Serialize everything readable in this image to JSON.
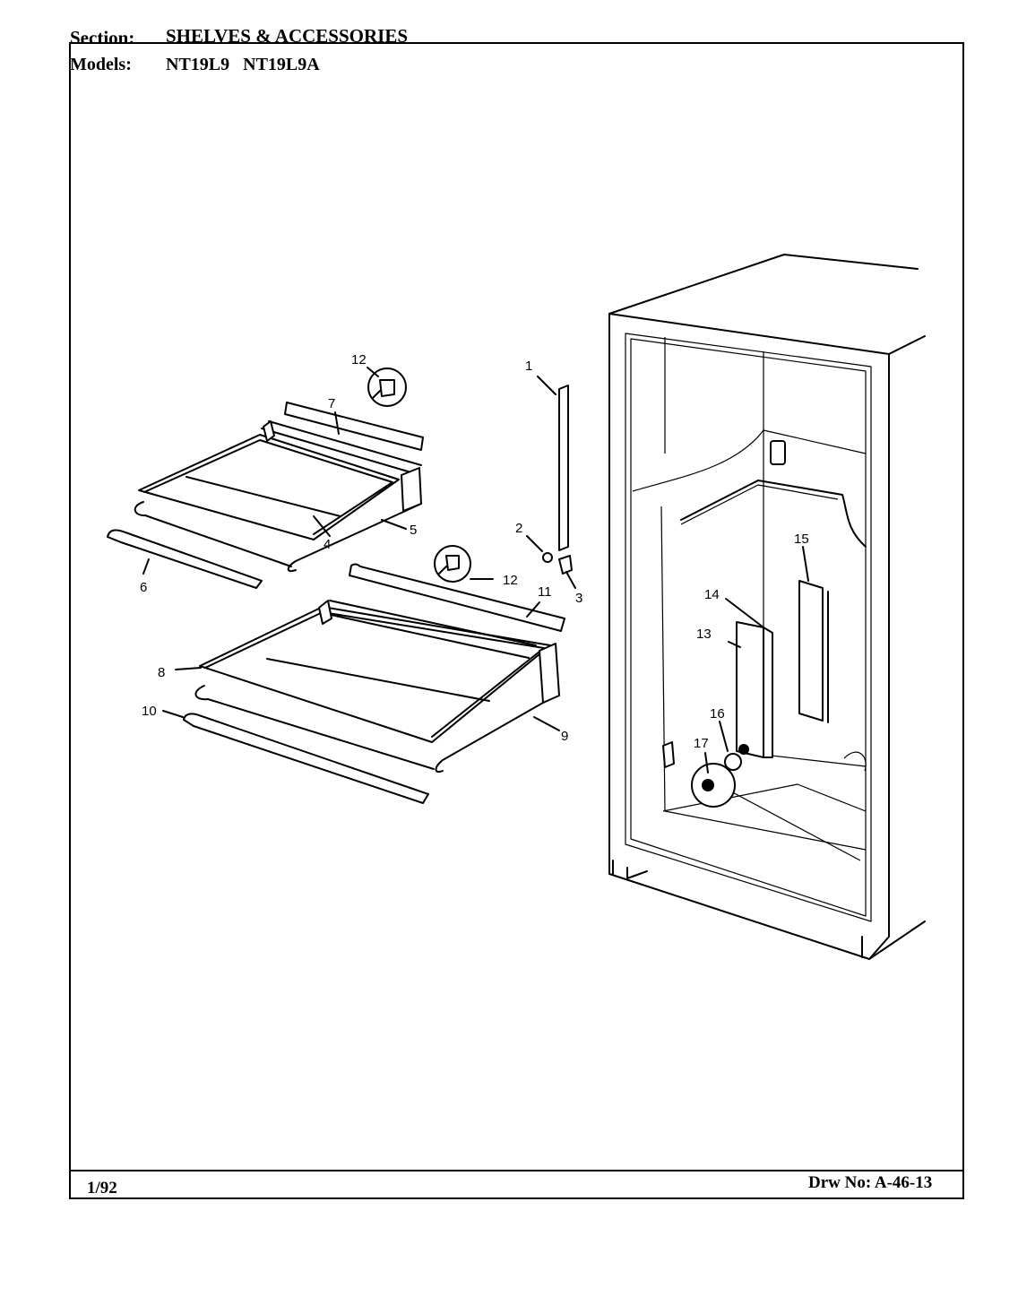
{
  "header": {
    "section_label": "Section:",
    "section_value": "SHELVES & ACCESSORIES",
    "models_label": "Models:",
    "models_value": "NT19L9   NT19L9A"
  },
  "footer": {
    "date": "1/92",
    "drawing_number": "Drw No: A-46-13"
  },
  "callouts": {
    "c1": "1",
    "c2": "2",
    "c3": "3",
    "c4": "4",
    "c5": "5",
    "c6": "6",
    "c7": "7",
    "c8": "8",
    "c9": "9",
    "c10": "10",
    "c11": "11",
    "c12a": "12",
    "c12b": "12",
    "c13": "13",
    "c14": "14",
    "c15": "15",
    "c16": "16",
    "c17": "17"
  }
}
